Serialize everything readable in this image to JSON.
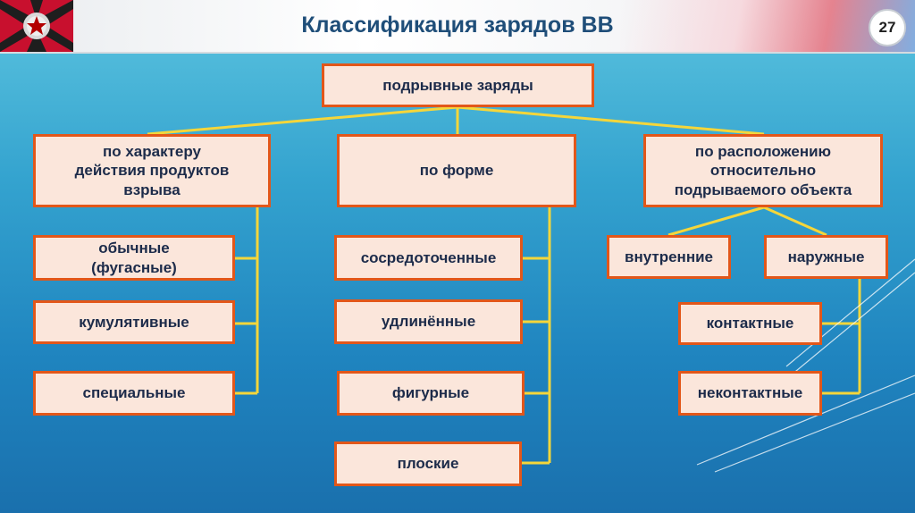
{
  "title": "Классификация зарядов ВВ",
  "page_number": "27",
  "root": {
    "label": "подрывные заряды"
  },
  "categories": [
    {
      "label": "по характеру\nдействия продуктов\nвзрыва"
    },
    {
      "label": "по форме"
    },
    {
      "label": "по расположению\nотносительно\nподрываемого объекта"
    }
  ],
  "by_action": [
    {
      "label": "обычные\n(фугасные)"
    },
    {
      "label": "кумулятивные"
    },
    {
      "label": "специальные"
    }
  ],
  "by_shape": [
    {
      "label": "сосредоточенные"
    },
    {
      "label": "удлинённые"
    },
    {
      "label": "фигурные"
    },
    {
      "label": "плоские"
    }
  ],
  "by_location": [
    {
      "label": "внутренние"
    },
    {
      "label": "наружные"
    }
  ],
  "external": [
    {
      "label": "контактные"
    },
    {
      "label": "неконтактные"
    }
  ],
  "colors": {
    "box_fill": "#fbe6db",
    "box_border": "#e2571a",
    "connector": "#f5d63a",
    "title": "#1f4e79"
  }
}
